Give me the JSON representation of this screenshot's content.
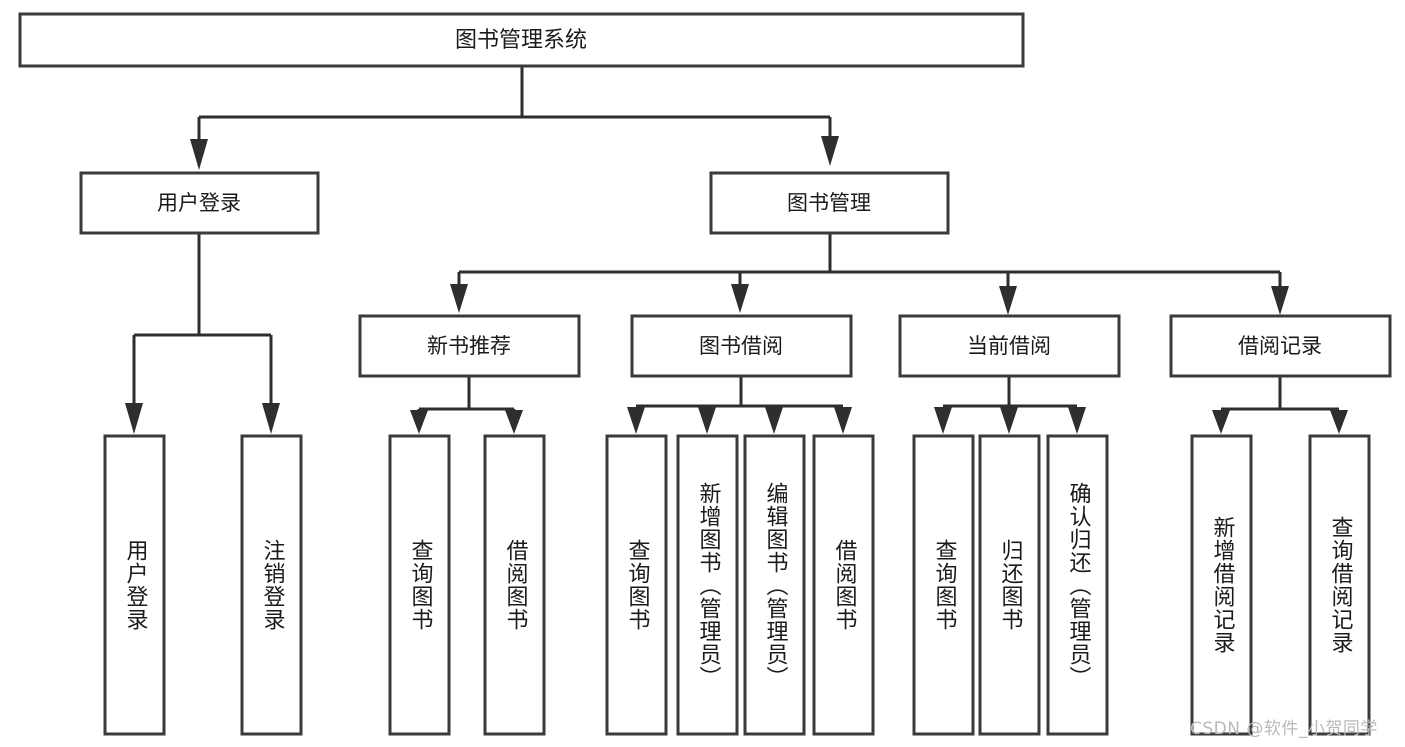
{
  "diagram": {
    "title": "图书管理系统",
    "type": "hierarchy-tree",
    "root": {
      "id": "root",
      "label": "图书管理系统"
    },
    "level1": [
      {
        "id": "user-login",
        "label": "用户登录"
      },
      {
        "id": "book-manage",
        "label": "图书管理"
      }
    ],
    "level2": [
      {
        "id": "new-book-recommend",
        "label": "新书推荐",
        "parent": "book-manage"
      },
      {
        "id": "book-borrow",
        "label": "图书借阅",
        "parent": "book-manage"
      },
      {
        "id": "current-borrow",
        "label": "当前借阅",
        "parent": "book-manage"
      },
      {
        "id": "borrow-record",
        "label": "借阅记录",
        "parent": "book-manage"
      }
    ],
    "leaves": [
      {
        "id": "leaf-user-login",
        "label": "用户登录",
        "parent": "user-login"
      },
      {
        "id": "leaf-logout",
        "label": "注销登录",
        "parent": "user-login"
      },
      {
        "id": "leaf-query-book-1",
        "label": "查询图书",
        "parent": "new-book-recommend"
      },
      {
        "id": "leaf-borrow-book-1",
        "label": "借阅图书",
        "parent": "new-book-recommend"
      },
      {
        "id": "leaf-query-book-2",
        "label": "查询图书",
        "parent": "book-borrow"
      },
      {
        "id": "leaf-add-book",
        "label": "新增图书（管理员）",
        "parent": "book-borrow"
      },
      {
        "id": "leaf-edit-book",
        "label": "编辑图书（管理员）",
        "parent": "book-borrow"
      },
      {
        "id": "leaf-borrow-book-2",
        "label": "借阅图书",
        "parent": "book-borrow"
      },
      {
        "id": "leaf-query-book-3",
        "label": "查询图书",
        "parent": "current-borrow"
      },
      {
        "id": "leaf-return-book",
        "label": "归还图书",
        "parent": "current-borrow"
      },
      {
        "id": "leaf-confirm-return",
        "label": "确认归还（管理员）",
        "parent": "current-borrow"
      },
      {
        "id": "leaf-add-record",
        "label": "新增借阅记录",
        "parent": "borrow-record"
      },
      {
        "id": "leaf-query-record",
        "label": "查询借阅记录",
        "parent": "borrow-record"
      }
    ],
    "colors": {
      "box_fill": "#ffffff",
      "box_stroke": "#3a3a3a",
      "connector": "#2e2e2e",
      "text": "#1b1b1b",
      "watermark": "#b9b9b9",
      "background": "#ffffff"
    }
  },
  "watermark": {
    "text": "CSDN @软件_小贺同学"
  }
}
